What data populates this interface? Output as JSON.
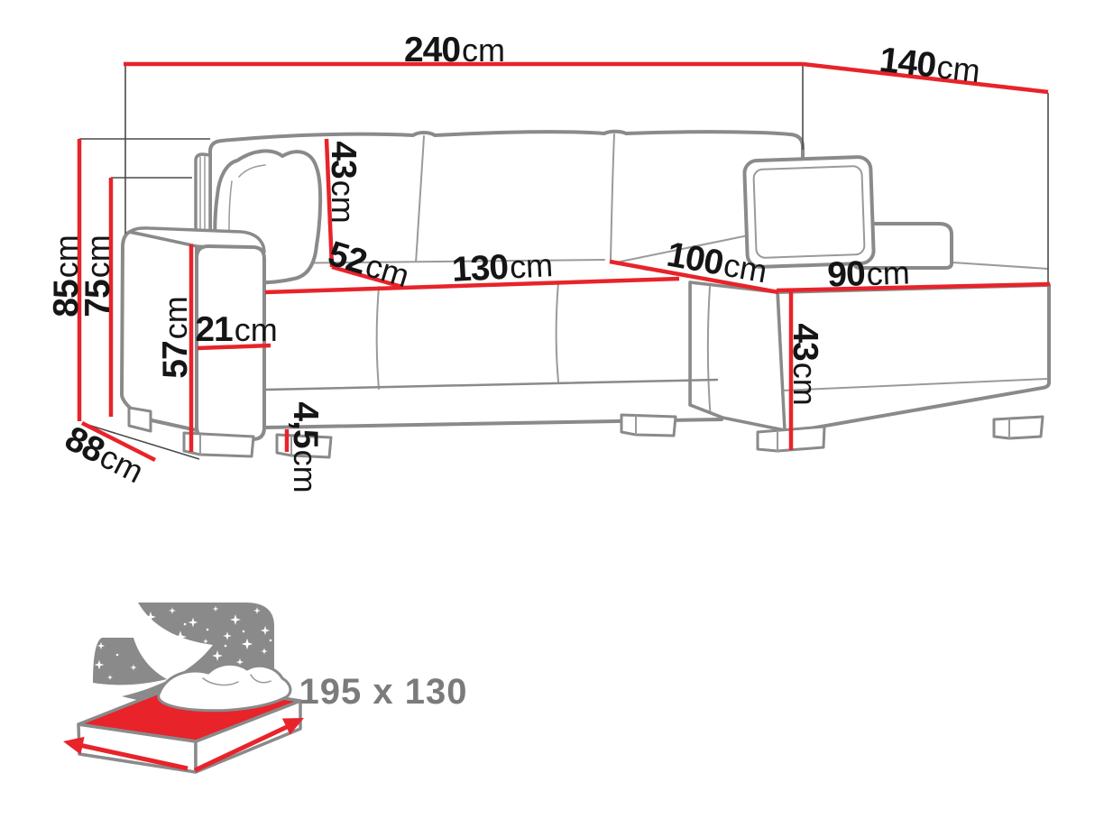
{
  "diagram": {
    "type": "corner-sofa-dimension-diagram",
    "unit": "cm",
    "labels": {
      "total_width": {
        "value": "240",
        "unit": "cm"
      },
      "total_depth": {
        "value": "140",
        "unit": "cm"
      },
      "overall_height": {
        "value": "85",
        "unit": "cm"
      },
      "back_height": {
        "value": "75",
        "unit": "cm"
      },
      "base_depth": {
        "value": "88",
        "unit": "cm"
      },
      "armrest_height": {
        "value": "57",
        "unit": "cm"
      },
      "armrest_width": {
        "value": "21",
        "unit": "cm"
      },
      "backrest_height": {
        "value": "43",
        "unit": "cm"
      },
      "seat_depth": {
        "value": "52",
        "unit": "cm"
      },
      "seat_width": {
        "value": "130",
        "unit": "cm"
      },
      "corner_width": {
        "value": "100",
        "unit": "cm"
      },
      "chaise_width": {
        "value": "90",
        "unit": "cm"
      },
      "seat_height": {
        "value": "43",
        "unit": "cm"
      },
      "leg_height": {
        "value": "4,5",
        "unit": "cm"
      }
    },
    "sleeping_area": {
      "text": "195 x 130",
      "icon": "sleeping-function-bed-icon"
    },
    "colors": {
      "dimension_red": "#e8232a",
      "sofa_outline_gray": "#8a8a8a",
      "thin_reference_gray": "#4a4a4a",
      "label_black": "#151515",
      "sleeping_text_gray": "#7b7b7b",
      "star_white": "#ffffff"
    }
  }
}
